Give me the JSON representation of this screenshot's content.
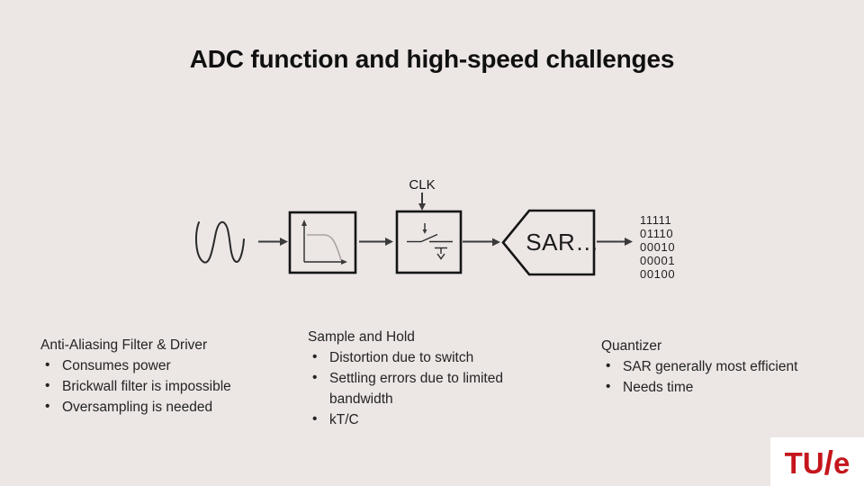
{
  "slide": {
    "title": "ADC function and high-speed challenges",
    "background_color": "#ECE6E5"
  },
  "diagram": {
    "clk_label": "CLK",
    "sar_label": "SAR…",
    "output_codes": [
      "11111",
      "01110",
      "00010",
      "00001",
      "00100"
    ],
    "blocks": [
      "anti-aliasing-filter",
      "sample-and-hold",
      "sar-quantizer"
    ]
  },
  "notes": [
    {
      "heading": "Anti-Aliasing Filter & Driver",
      "bullets": [
        "Consumes power",
        "Brickwall filter is impossible",
        "Oversampling is needed"
      ]
    },
    {
      "heading": "Sample and Hold",
      "bullets": [
        "Distortion due to switch",
        "Settling errors due to limited bandwidth",
        "kT/C"
      ]
    },
    {
      "heading": "Quantizer",
      "bullets": [
        "SAR generally most efficient",
        "Needs time"
      ]
    }
  ],
  "logo": {
    "tu": "TU",
    "slash": "/",
    "e": "e",
    "brand_color": "#C4161C"
  }
}
